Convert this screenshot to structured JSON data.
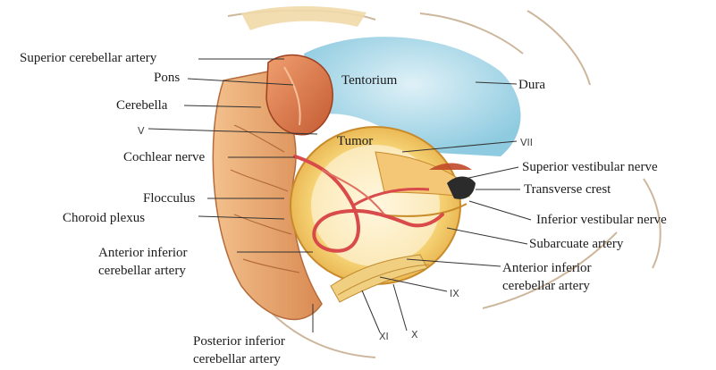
{
  "labels": {
    "superior_cerebellar_artery": "Superior cerebellar artery",
    "pons": "Pons",
    "tentorium": "Tentorium",
    "dura": "Dura",
    "cerebella": "Cerebella",
    "v": "V",
    "tumor": "Tumor",
    "vii": "VII",
    "cochlear_nerve": "Cochlear nerve",
    "superior_vestibular_nerve": "Superior vestibular nerve",
    "transverse_crest": "Transverse crest",
    "flocculus": "Flocculus",
    "choroid_plexus": "Choroid plexus",
    "inferior_vestibular_nerve": "Inferior vestibular nerve",
    "anterior_inferior_cerebellar_artery_left_1": "Anterior inferior",
    "anterior_inferior_cerebellar_artery_left_2": "cerebellar artery",
    "subarcuate_artery": "Subarcuate artery",
    "anterior_inferior_cerebellar_artery_right_1": "Anterior inferior",
    "anterior_inferior_cerebellar_artery_right_2": "cerebellar artery",
    "ix": "IX",
    "xi": "XI",
    "x": "X",
    "posterior_inferior_cerebellar_artery_1": "Posterior inferior",
    "posterior_inferior_cerebellar_artery_2": "cerebellar artery"
  },
  "colors": {
    "cerebellum": "#e9a46a",
    "pons": "#d9774a",
    "tentorium_blue": "#9fd3e3",
    "tumor": "#f4cf6a",
    "artery": "#d94a4a",
    "dura_outline": "#c8b49a",
    "leader": "#333333"
  }
}
